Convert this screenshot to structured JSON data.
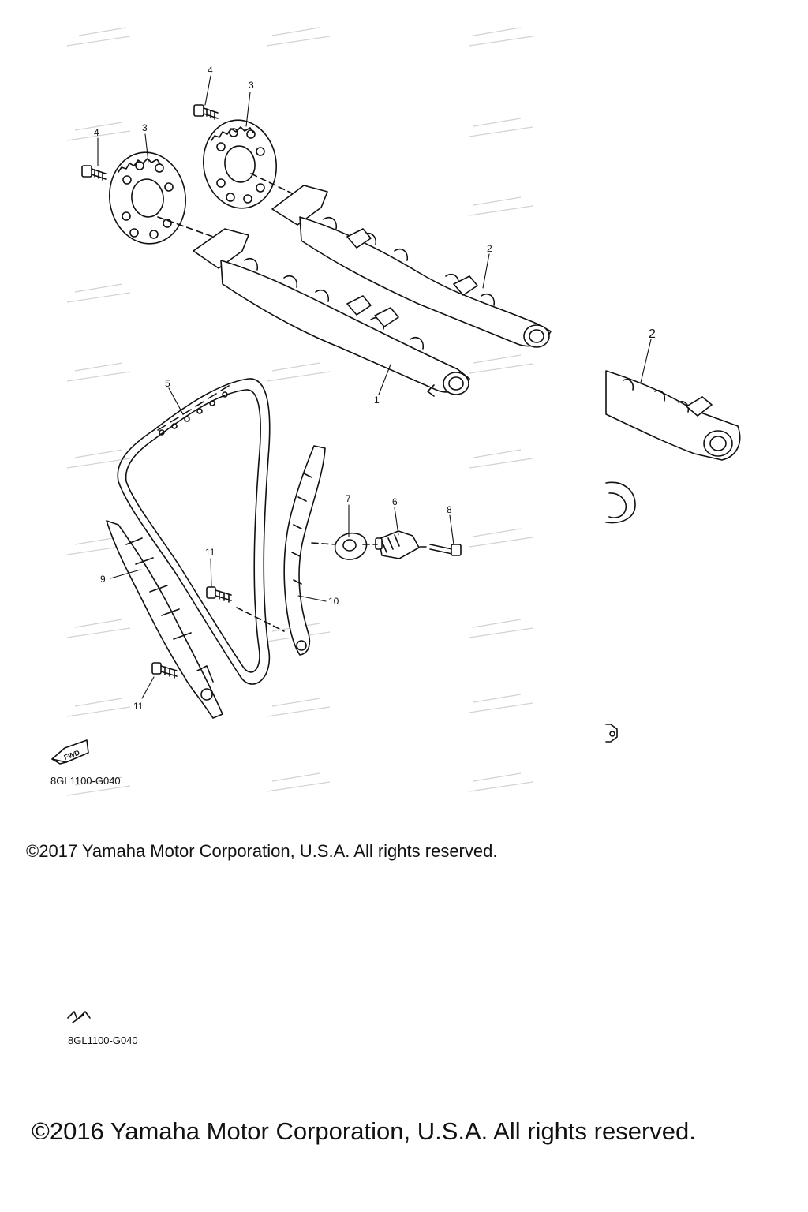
{
  "diagram": {
    "document_code_top": "8GL1100-G040",
    "document_code_bottom": "8GL1100-G040",
    "fwd_label": "FWD",
    "copyright_top": "©2017 Yamaha Motor Corporation, U.S.A. All rights reserved.",
    "copyright_bottom": "©2016 Yamaha Motor Corporation, U.S.A. All rights reserved.",
    "callouts": {
      "c1": "1",
      "c2a": "2",
      "c2b": "2",
      "c3a": "3",
      "c3b": "3",
      "c4a": "4",
      "c4b": "4",
      "c5": "5",
      "c6": "6",
      "c7": "7",
      "c8": "8",
      "c9": "9",
      "c10": "10",
      "c11a": "11",
      "c11b": "11"
    },
    "colors": {
      "line": "#111111",
      "watermark": "#c9c9c9"
    }
  }
}
